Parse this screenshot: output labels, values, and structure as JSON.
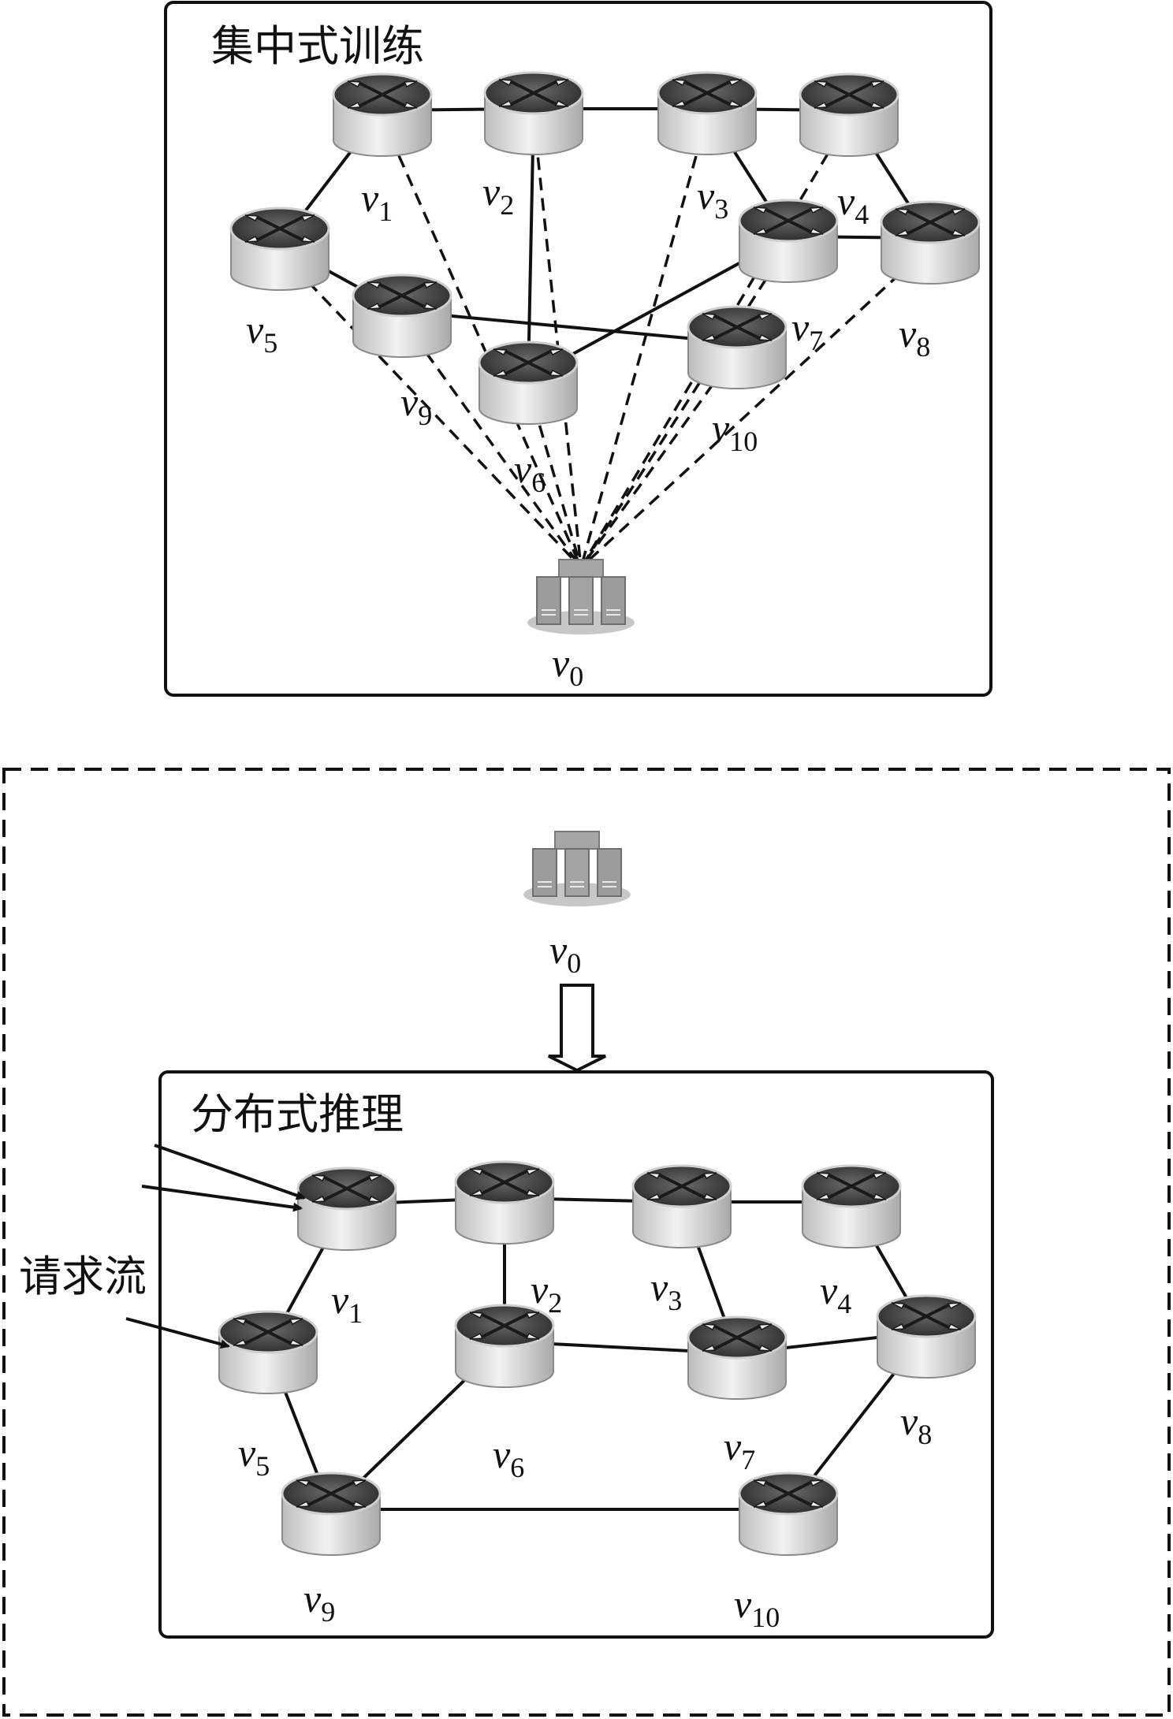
{
  "panels": {
    "training": {
      "title": "集中式训练"
    },
    "inference": {
      "title": "分布式推理"
    }
  },
  "request_label": "请求流",
  "node_prefix": "v",
  "colors": {
    "line": "#111111",
    "panel_border": "#111111",
    "router_top": "#3a3a3a",
    "router_body": "#d9d9d9",
    "server": "#9a9a9a"
  },
  "training_graph": {
    "server": {
      "label": "0"
    },
    "routers": [
      {
        "id": "1",
        "label": "1"
      },
      {
        "id": "2",
        "label": "2"
      },
      {
        "id": "3",
        "label": "3"
      },
      {
        "id": "4",
        "label": "4"
      },
      {
        "id": "5",
        "label": "5"
      },
      {
        "id": "6",
        "label": "6"
      },
      {
        "id": "7",
        "label": "7"
      },
      {
        "id": "8",
        "label": "8"
      },
      {
        "id": "9",
        "label": "9"
      },
      {
        "id": "10",
        "label": "10"
      }
    ],
    "links": [
      [
        "1",
        "2"
      ],
      [
        "2",
        "3"
      ],
      [
        "3",
        "4"
      ],
      [
        "1",
        "5"
      ],
      [
        "2",
        "6"
      ],
      [
        "3",
        "7"
      ],
      [
        "4",
        "8"
      ],
      [
        "7",
        "8"
      ],
      [
        "5",
        "9"
      ],
      [
        "9",
        "10"
      ],
      [
        "6",
        "7"
      ]
    ],
    "control_links": [
      "1",
      "2",
      "3",
      "4",
      "5",
      "6",
      "7",
      "8",
      "9",
      "10"
    ]
  },
  "inference_graph": {
    "server": {
      "label": "0"
    },
    "routers": [
      {
        "id": "1",
        "label": "1"
      },
      {
        "id": "2",
        "label": "2"
      },
      {
        "id": "3",
        "label": "3"
      },
      {
        "id": "4",
        "label": "4"
      },
      {
        "id": "5",
        "label": "5"
      },
      {
        "id": "6",
        "label": "6"
      },
      {
        "id": "7",
        "label": "7"
      },
      {
        "id": "8",
        "label": "8"
      },
      {
        "id": "9",
        "label": "9"
      },
      {
        "id": "10",
        "label": "10"
      }
    ],
    "links": [
      [
        "1",
        "2"
      ],
      [
        "2",
        "3"
      ],
      [
        "3",
        "4"
      ],
      [
        "1",
        "5"
      ],
      [
        "2",
        "6"
      ],
      [
        "3",
        "7"
      ],
      [
        "4",
        "8"
      ],
      [
        "6",
        "7"
      ],
      [
        "7",
        "8"
      ],
      [
        "5",
        "9"
      ],
      [
        "6",
        "9"
      ],
      [
        "9",
        "10"
      ],
      [
        "8",
        "10"
      ]
    ],
    "request_targets": [
      "1",
      "1",
      "5"
    ]
  }
}
